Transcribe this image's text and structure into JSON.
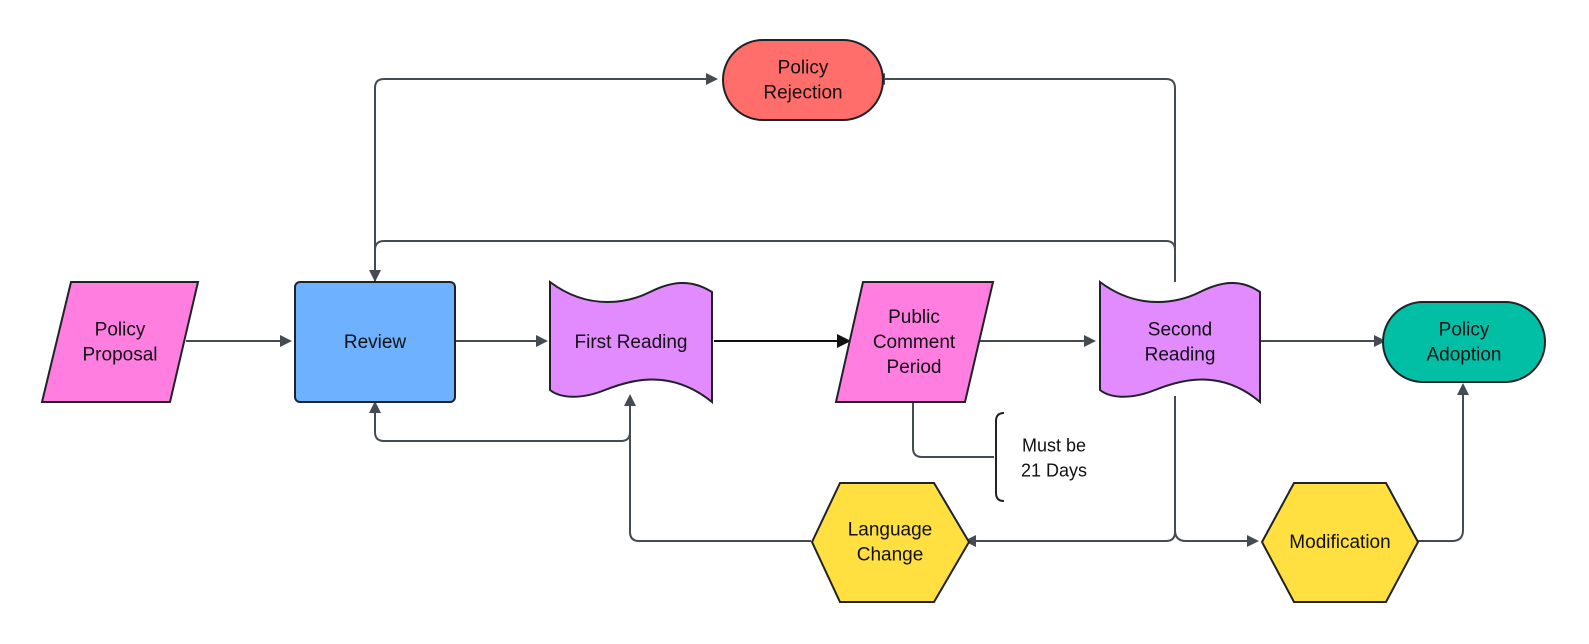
{
  "colors": {
    "proposal": "#FF7EE0",
    "review": "#6EB1FF",
    "reading": "#E28BFF",
    "rejection": "#FF6E6B",
    "adoption": "#00BFA5",
    "decision": "#FFE040",
    "edge": "#444B53"
  },
  "nodes": {
    "policy_proposal": [
      "Policy",
      "Proposal"
    ],
    "review": [
      "Review"
    ],
    "first_reading": [
      "First Reading"
    ],
    "public_comment": [
      "Public",
      "Comment",
      "Period"
    ],
    "second_reading": [
      "Second",
      "Reading"
    ],
    "policy_adoption": [
      "Policy",
      "Adoption"
    ],
    "policy_rejection": [
      "Policy",
      "Rejection"
    ],
    "language_change": [
      "Language",
      "Change"
    ],
    "modification": [
      "Modification"
    ]
  },
  "annotation": [
    "Must be",
    "21 Days"
  ]
}
